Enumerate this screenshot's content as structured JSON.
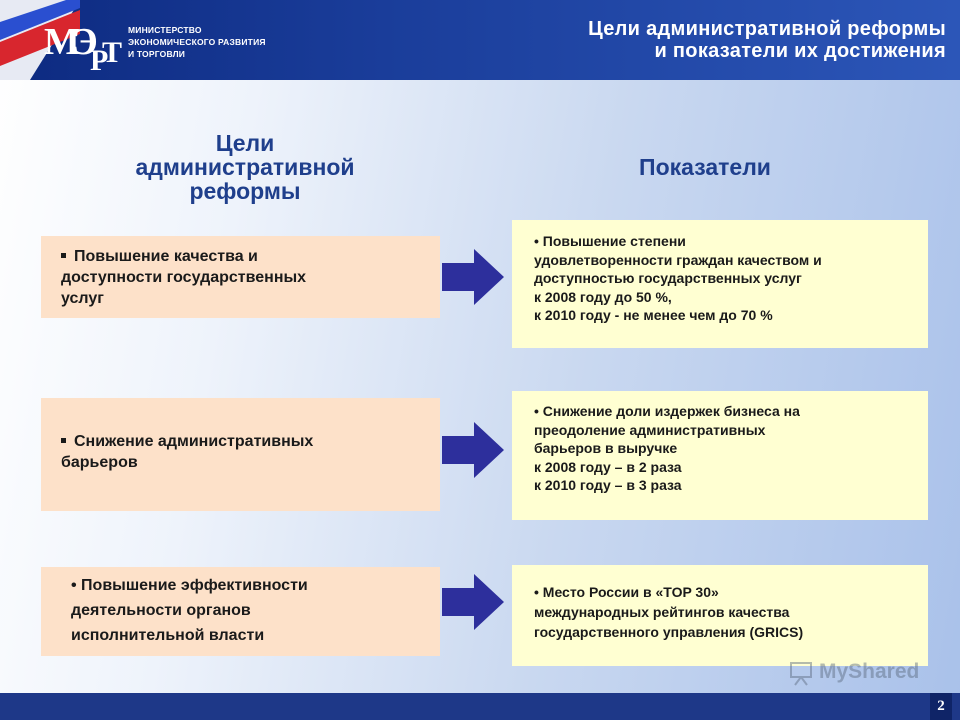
{
  "header": {
    "logo_text": [
      "МИНИСТЕРСТВО",
      "ЭКОНОМИЧЕСКОГО РАЗВИТИЯ",
      "И ТОРГОВЛИ"
    ],
    "title_line1": "Цели административной реформы",
    "title_line2": "и показатели их достижения"
  },
  "columns": {
    "goals_head": [
      "Цели",
      "административной",
      "реформы"
    ],
    "indicators_head": "Показатели"
  },
  "rows": [
    {
      "goal": [
        "Повышение качества и",
        "доступности государственных",
        "услуг"
      ],
      "indicator": [
        "• Повышение степени",
        "удовлетворенности граждан качеством и",
        "доступностью государственных услуг",
        "к 2008 году до 50 %,",
        "к 2010 году - не менее чем до 70 %"
      ]
    },
    {
      "goal": [
        "Снижение административных",
        "барьеров"
      ],
      "indicator": [
        "• Снижение доли издержек бизнеса на",
        "преодоление административных",
        "барьеров в выручке",
        "к 2008 году – в 2 раза",
        "к 2010 году – в 3 раза"
      ]
    },
    {
      "goal": [
        "• Повышение эффективности",
        "деятельности органов",
        "исполнительной власти"
      ],
      "indicator": [
        "• Место России в «TOP 30»",
        "международных рейтингов качества",
        "государственного управления (GRICS)"
      ]
    }
  ],
  "watermark": "MyShared",
  "footer": {
    "page_number": "2"
  },
  "colors": {
    "header_bg": "#1a3d9a",
    "goal_box": "#fde1c9",
    "indicator_box": "#ffffd2",
    "arrow": "#2d2f9c",
    "heading_text": "#1f3f8c"
  }
}
